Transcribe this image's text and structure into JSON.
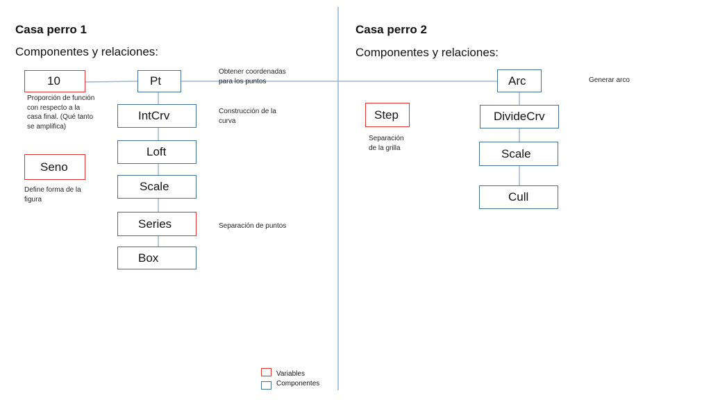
{
  "colors": {
    "variable_border": "#e03030",
    "component_border": "#41719c",
    "connector": "#9fb6d0",
    "divider": "#8fb3d9"
  },
  "left": {
    "title": "Casa perro 1",
    "subtitle": "Componentes y relaciones:",
    "var_10": "10",
    "var_10_note": "Proporción de función con respecto a la casa final. (Qué tanto se amplifica)",
    "seno": "Seno",
    "seno_note": "Define forma de la figura",
    "components": [
      "Pt",
      "IntCrv",
      "Loft",
      "Scale",
      "Series",
      "Box"
    ],
    "notes": {
      "pt": "Obtener coordenadas para los puntos",
      "intcrv": "Construcción de la curva",
      "series": "Separación de puntos"
    }
  },
  "right": {
    "title": "Casa perro 2",
    "subtitle": "Componentes y relaciones:",
    "step": "Step",
    "step_note": "Separación de la grilla",
    "components": [
      "Arc",
      "DivideCrv",
      "Scale",
      "Cull"
    ],
    "arc_note": "Generar arco"
  },
  "legend": {
    "variables": "Variables",
    "componentes": "Componentes"
  }
}
